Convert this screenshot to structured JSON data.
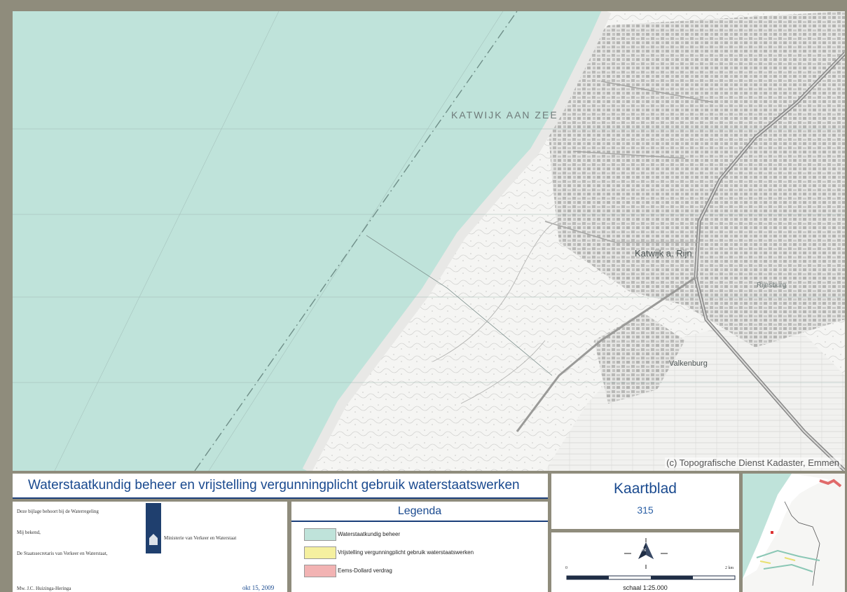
{
  "map": {
    "labels": {
      "katwijk_aan_zee": "KATWIJK AAN ZEE",
      "katwijk_aan_den_rijn": "Katwijk a. Rijn",
      "valkenburg": "Valkenburg",
      "rijnsburg": "Rijnsburg"
    },
    "copyright": "(c) Topografische Dienst Kadaster, Emmen",
    "colors": {
      "water_management": "#bfe3da",
      "land": "#f4f4f2",
      "frame": "#8f8c7c"
    }
  },
  "title_bar": {
    "title": "Waterstaatkundig beheer en vrijstelling vergunningplicht gebruik waterstaatswerken"
  },
  "signature_block": {
    "line1": "Deze bijlage behoort bij de Waterregeling",
    "line2": "Mij bekend,",
    "line3": "De Staatssecretaris van Verkeer en Waterstaat,",
    "signatory": "Mw. J.C. Huizinga-Heringa",
    "date": "okt 15, 2009",
    "ministry": "Ministerie van Verkeer en Waterstaat"
  },
  "legend": {
    "title": "Legenda",
    "items": [
      {
        "label": "Waterstaatkundig beheer",
        "color": "#bfe3da"
      },
      {
        "label": "Vrijstelling vergunningplicht gebruik waterstaatswerken",
        "color": "#f5f0a0"
      },
      {
        "label": "Eems-Dollard verdrag",
        "color": "#f2b3b3"
      }
    ]
  },
  "sheet": {
    "title": "Kaartblad",
    "number": "315"
  },
  "scale": {
    "start": "0",
    "end": "2 km",
    "label": "schaal 1:25.000"
  },
  "compass": {
    "north": "N"
  }
}
